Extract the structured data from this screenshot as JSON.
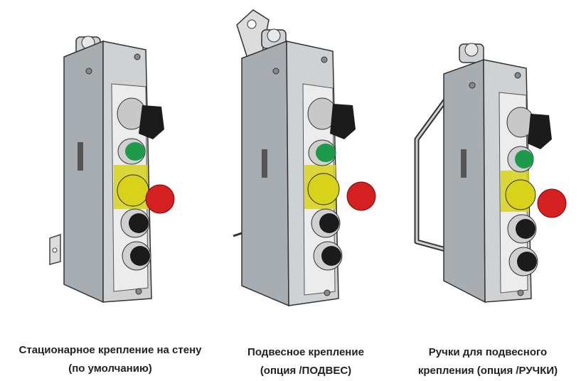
{
  "colors": {
    "housing": "#cfd2d4",
    "housing_dark": "#6e7378",
    "panel": "#ececec",
    "green_button": "#1f9a4a",
    "red_button": "#d42020",
    "yellow_ring": "#d8d21a",
    "black_button": "#1b1b1b"
  },
  "icons": [
    "selector-switch-icon",
    "emergency-stop-icon",
    "push-button-icon"
  ],
  "captions": [
    {
      "line1": "Стационарное крепление на стену",
      "line2": "(по умолчанию)"
    },
    {
      "line1": "Подвесное крепление",
      "line2": "(опция /ПОДВЕС)"
    },
    {
      "line1": "Ручки для подвесного",
      "line2": "крепления (опция /РУЧКИ)"
    }
  ]
}
